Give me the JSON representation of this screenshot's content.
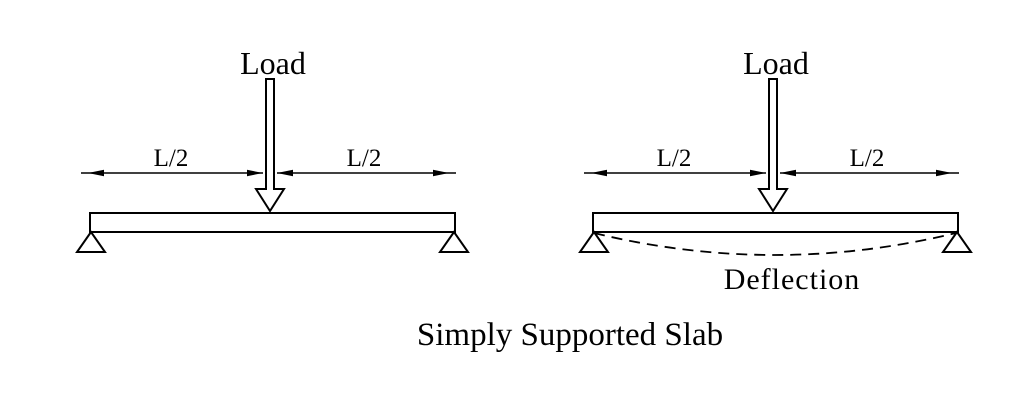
{
  "figure": {
    "caption": "Simply Supported Slab"
  },
  "colors": {
    "ink": "#000000",
    "background": "#ffffff"
  },
  "diagrams": [
    {
      "id": "undeflected-slab",
      "load_label": "Load",
      "dim_left_label": "L/2",
      "dim_right_label": "L/2"
    },
    {
      "id": "deflected-slab",
      "load_label": "Load",
      "dim_left_label": "L/2",
      "dim_right_label": "L/2",
      "deflection_label": "Deflection"
    }
  ]
}
